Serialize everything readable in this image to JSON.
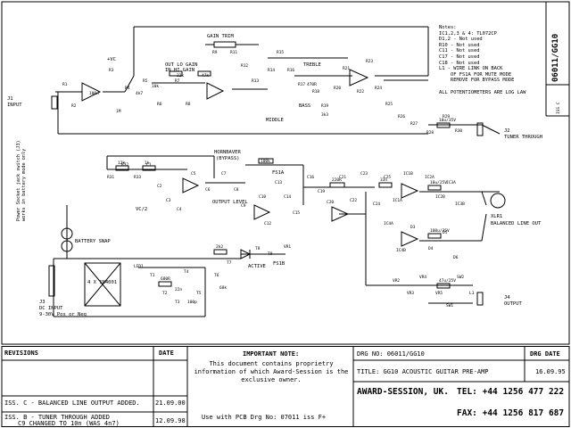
{
  "drawing": {
    "side_tab": "06011/GG10",
    "side_tab_small": "ISS C",
    "notes_title": "Notes:",
    "notes": [
      "IC1,2,3 & 4: TL072CP",
      "D1,2 - Not used",
      "R10 - Not used",
      "C11 - Not used",
      "C17 - Not used",
      "C18 - Not used",
      "L1 - WIRE LINK ON BACK",
      "    OF FS1A FOR MUTE MODE",
      "    REMOVE FOR BYPASS MODE",
      "",
      "ALL POTENTIOMETERS ARE LOG LAW"
    ],
    "side_note": "Power Socket jack switch (J3) works in battery mode only",
    "labels": {
      "input": "INPUT",
      "j1": "J1",
      "tuner_through": "TUNER THROUGH",
      "j2": "J2",
      "balanced_line_out": "BALANCED LINE OUT",
      "xlr1": "XLR1",
      "output": "OUTPUT",
      "j4": "J4",
      "battery_snap": "BATTERY SNAP",
      "dc_input": "DC INPUT",
      "dc_spec": "9-30V Pos or Neg",
      "j3": "J3",
      "gain_trim": "GAIN TRIM",
      "treble": "TREBLE",
      "bass": "BASS",
      "middle": "MIDDLE",
      "hornbaver": "HORNBAVER",
      "bypass": "(BYPASS)",
      "output_level": "OUTPUT LEVEL",
      "active": "ACTIVE",
      "fs1b": "FS1B",
      "fs1a": "FS1A",
      "out_lo_gain": "OUT  LO GAIN",
      "in_hi_gain": "IN  HI GAIN",
      "diode_spec": "4 X 1N4001",
      "vc2": "VC/2",
      "plus_vc": "+VC"
    },
    "components": [
      "R1",
      "R2",
      "R3",
      "R4",
      "R5",
      "R6",
      "R7",
      "R8",
      "R9",
      "R11",
      "R12",
      "R13",
      "R14",
      "R15",
      "R16",
      "R17",
      "R18",
      "R19",
      "R20",
      "R21",
      "R22",
      "R23",
      "R24",
      "R25",
      "R26",
      "R27",
      "R28",
      "R29",
      "R30",
      "R31",
      "R32",
      "R33",
      "C1",
      "C2",
      "C3",
      "C4",
      "C5",
      "C6",
      "C7",
      "C8",
      "C9",
      "C10",
      "C12",
      "C13",
      "C14",
      "C15",
      "C16",
      "C19",
      "C20",
      "C21",
      "C22",
      "C23",
      "C24",
      "C25",
      "IC1A",
      "IC1B",
      "IC2A",
      "IC2B",
      "IC3A",
      "IC3B",
      "IC4A",
      "IC4B",
      "D3",
      "D4",
      "D5",
      "D6",
      "LED1",
      "T1",
      "T2",
      "T3",
      "T4",
      "T5",
      "T6",
      "T7",
      "T8",
      "T9",
      "VR1",
      "VR2",
      "VR3",
      "VR4",
      "VR5",
      "SW1",
      "SW2",
      "L1"
    ],
    "values": [
      "100n",
      "1M",
      "4k7",
      "10k",
      "22k",
      "47k",
      "100k",
      "220R",
      "33n",
      "10u/25V",
      "10u/35V",
      "100u/35V",
      "47u/25V",
      "1k",
      "12k",
      "2k2",
      "680R",
      "470R",
      "3k3",
      "22n",
      "100p",
      "68k"
    ]
  },
  "title_block": {
    "revisions_header": "REVISIONS",
    "date_header": "DATE",
    "revisions": [
      {
        "text": "ISS. C - BALANCED LINE OUTPUT ADDED.",
        "date": "21.09.00"
      },
      {
        "text": "ISS. B - TUNER THROUGH ADDED",
        "date": "12.09.98"
      },
      {
        "text": "C9 CHANGED TO 10n (WAS 4n7)",
        "date": ""
      }
    ],
    "notice_title": "IMPORTANT NOTE:",
    "notice_text": "This document contains proprietry information of which Award-Session is the exclusive owner.",
    "pcb_note": "Use with PCB Drg No: 07011 iss F+",
    "drg_no_label": "DRG NO: 06011/GG10",
    "drg_date_label": "DRG DATE",
    "drg_date": "16.09.95",
    "title": "TITLE: GG10 ACOUSTIC GUITAR PRE-AMP",
    "company": "AWARD-SESSION, UK.",
    "tel": "TEL: +44 1256 477 222",
    "fax": "FAX: +44 1256 817 687"
  }
}
